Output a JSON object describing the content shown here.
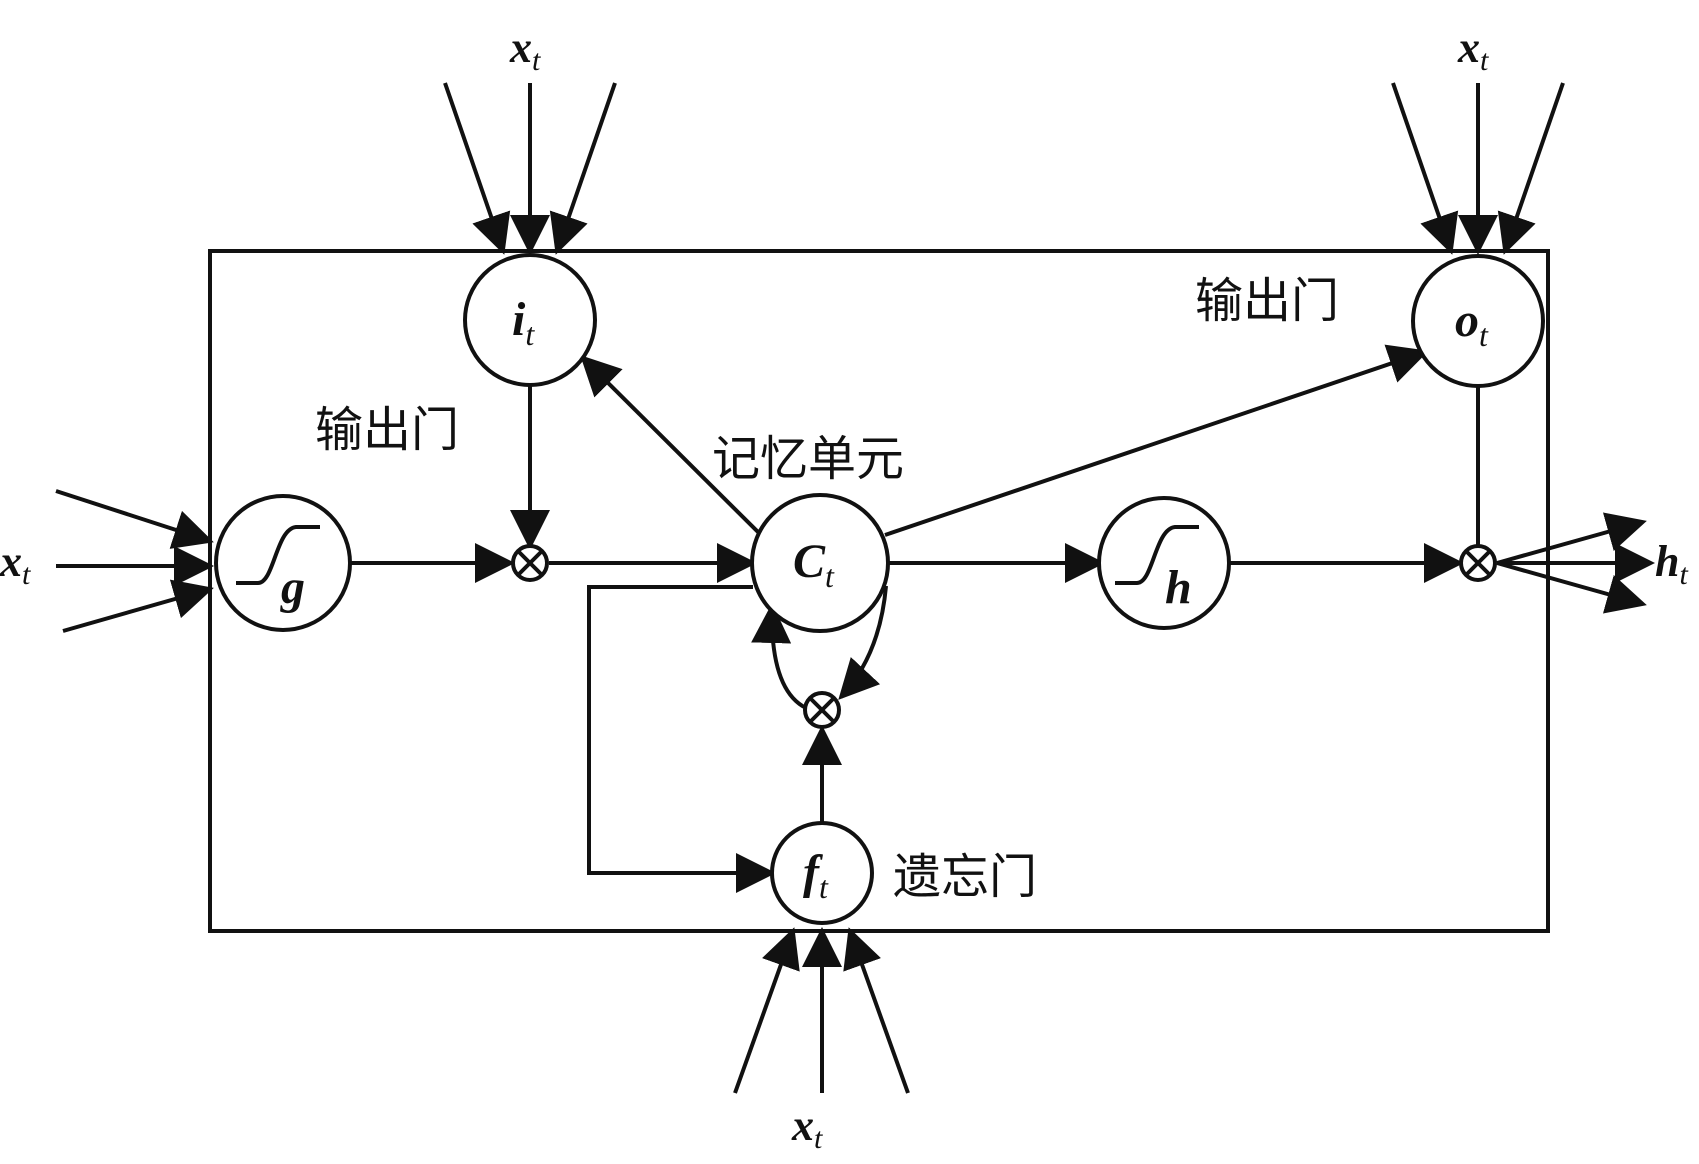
{
  "nodes": {
    "input_gate": {
      "main": "i",
      "sub": "t"
    },
    "output_gate": {
      "main": "o",
      "sub": "t"
    },
    "forget_gate": {
      "main": "f",
      "sub": "t"
    },
    "cell": {
      "main": "C",
      "sub": "t"
    },
    "g_activation": {
      "main": "g"
    },
    "h_activation": {
      "main": "h"
    }
  },
  "io": {
    "input_main": "x",
    "input_sub": "t",
    "output_main": "h",
    "output_sub": "t"
  },
  "labels": {
    "input_gate_label": "输出门",
    "output_gate_label": "输出门",
    "cell_label": "记忆单元",
    "forget_gate_label": "遗忘门"
  },
  "colors": {
    "stroke": "#111111",
    "background": "#ffffff"
  }
}
